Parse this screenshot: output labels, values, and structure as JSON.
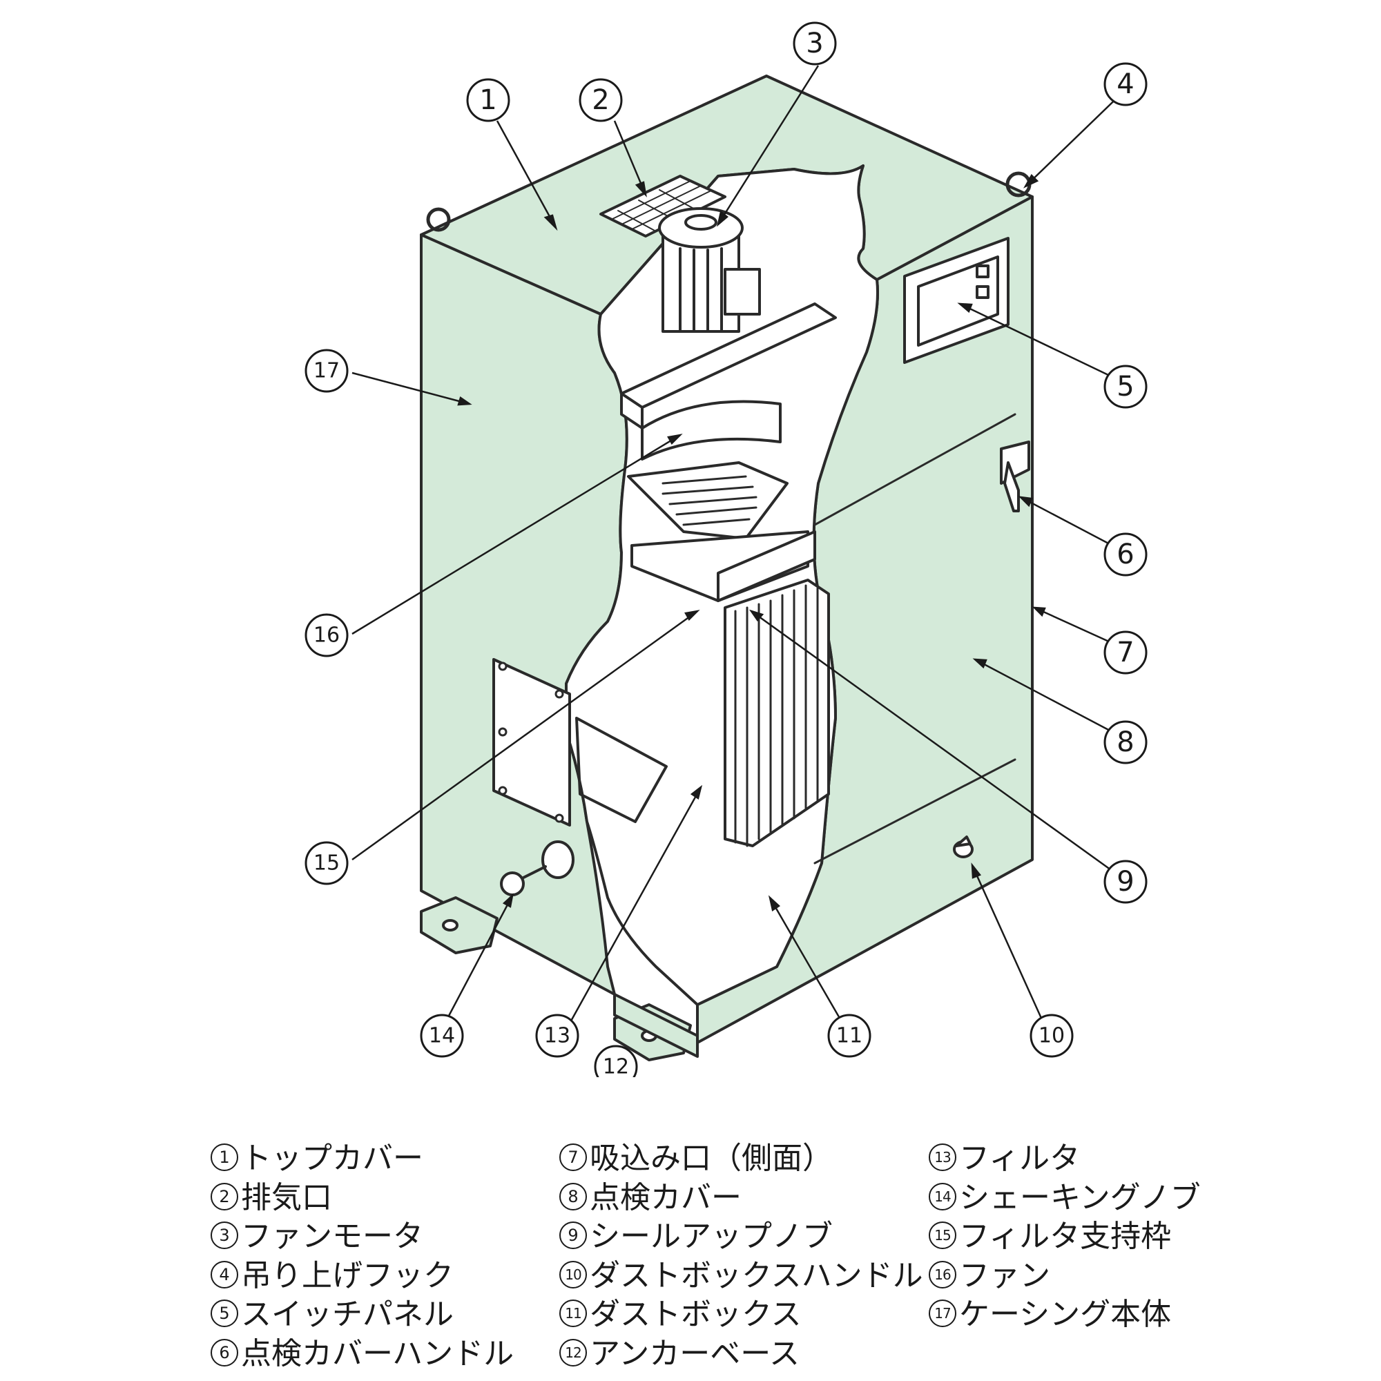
{
  "colors": {
    "casing_fill": "#d4ead9",
    "interior_fill": "#ffffff",
    "line": "#2a2a2a"
  },
  "callouts": [
    {
      "num": "1"
    },
    {
      "num": "2"
    },
    {
      "num": "3"
    },
    {
      "num": "4"
    },
    {
      "num": "5"
    },
    {
      "num": "6"
    },
    {
      "num": "7"
    },
    {
      "num": "8"
    },
    {
      "num": "9"
    },
    {
      "num": "10"
    },
    {
      "num": "11"
    },
    {
      "num": "12"
    },
    {
      "num": "13"
    },
    {
      "num": "14"
    },
    {
      "num": "15"
    },
    {
      "num": "16"
    },
    {
      "num": "17"
    }
  ],
  "legend": {
    "col1": [
      {
        "num": "1",
        "label": "トップカバー"
      },
      {
        "num": "2",
        "label": "排気口"
      },
      {
        "num": "3",
        "label": "ファンモータ"
      },
      {
        "num": "4",
        "label": "吊り上げフック"
      },
      {
        "num": "5",
        "label": "スイッチパネル"
      },
      {
        "num": "6",
        "label": "点検カバーハンドル"
      }
    ],
    "col2": [
      {
        "num": "7",
        "label": "吸込み口（側面）"
      },
      {
        "num": "8",
        "label": "点検カバー"
      },
      {
        "num": "9",
        "label": "シールアップノブ"
      },
      {
        "num": "10",
        "label": "ダストボックスハンドル"
      },
      {
        "num": "11",
        "label": "ダストボックス"
      },
      {
        "num": "12",
        "label": "アンカーベース"
      }
    ],
    "col3": [
      {
        "num": "13",
        "label": "フィルタ"
      },
      {
        "num": "14",
        "label": "シェーキングノブ"
      },
      {
        "num": "15",
        "label": "フィルタ支持枠"
      },
      {
        "num": "16",
        "label": "ファン"
      },
      {
        "num": "17",
        "label": "ケーシング本体"
      }
    ]
  }
}
